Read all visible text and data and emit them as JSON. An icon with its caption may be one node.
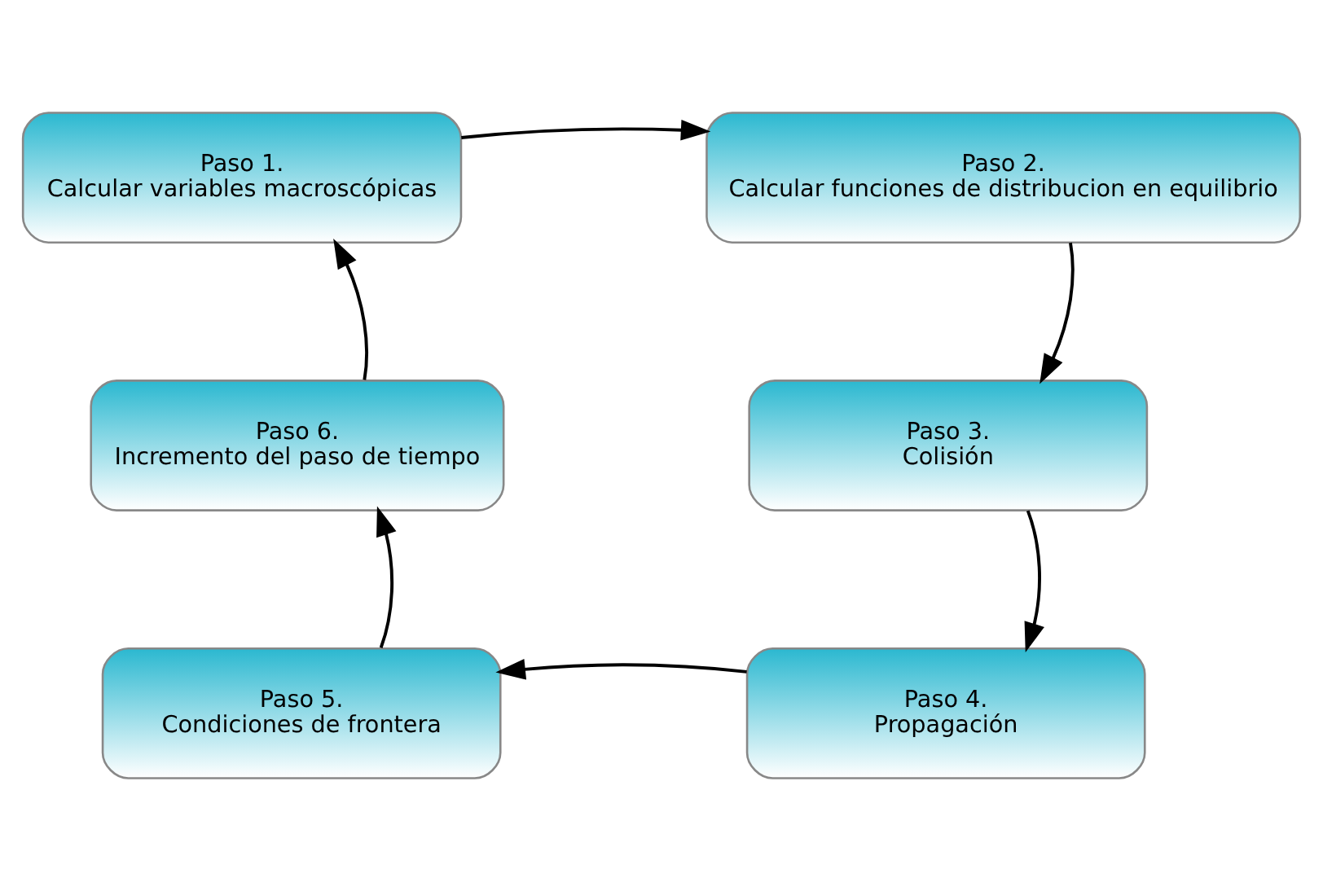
{
  "diagram": {
    "nodes": [
      {
        "text": [
          "Paso 1.",
          "Calcular variables macroscópicas"
        ]
      },
      {
        "text": [
          "Paso 2.",
          "Calcular funciones de distribucion en equilibrio"
        ]
      },
      {
        "text": [
          "Paso 3.",
          "Colisión"
        ]
      },
      {
        "text": [
          "Paso 4.",
          "Propagación"
        ]
      },
      {
        "text": [
          "Paso 5.",
          "Condiciones de frontera"
        ]
      },
      {
        "text": [
          "Paso 6.",
          "Incremento del paso de tiempo"
        ]
      }
    ],
    "edges": [
      {
        "from": 0,
        "to": 1,
        "arrow": "to"
      },
      {
        "from": 1,
        "to": 2,
        "arrow": "to"
      },
      {
        "from": 2,
        "to": 3,
        "arrow": "to"
      },
      {
        "from": 3,
        "to": 4,
        "arrow": "to"
      },
      {
        "from": 4,
        "to": 5,
        "arrow": "to"
      },
      {
        "from": 5,
        "to": 0,
        "arrow": "to"
      }
    ]
  }
}
